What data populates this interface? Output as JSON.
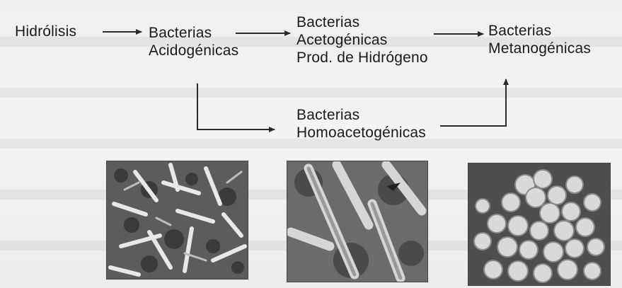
{
  "diagram": {
    "nodes": {
      "hidrolisis": [
        "Hidrólisis"
      ],
      "acidogenicas": [
        "Bacterias",
        "Acidogénicas"
      ],
      "acetogenicas": [
        "Bacterias",
        "Acetogénicas",
        "Prod. de Hidrógeno"
      ],
      "metanogenicas": [
        "Bacterias",
        "Metanogénicas"
      ],
      "homoacetogenicas": [
        "Bacterias",
        "Homoacetogénicas"
      ]
    },
    "edges": [
      {
        "from": "hidrolisis",
        "to": "acidogenicas"
      },
      {
        "from": "acidogenicas",
        "to": "acetogenicas"
      },
      {
        "from": "acetogenicas",
        "to": "metanogenicas"
      },
      {
        "from": "acidogenicas",
        "to": "homoacetogenicas"
      },
      {
        "from": "homoacetogenicas",
        "to": "metanogenicas"
      }
    ]
  },
  "micrographs": [
    {
      "subject": "rod-shaped bacteria, dense mat",
      "tone": "#5a5a5a"
    },
    {
      "subject": "elongated rod bacteria, close-up",
      "tone": "#6b6b6b"
    },
    {
      "subject": "coccoid bacteria clusters",
      "tone": "#4e4e4e"
    }
  ],
  "colors": {
    "text": "#1a1a1a",
    "arrow": "#2a2a2a",
    "paper": "#efefef"
  }
}
